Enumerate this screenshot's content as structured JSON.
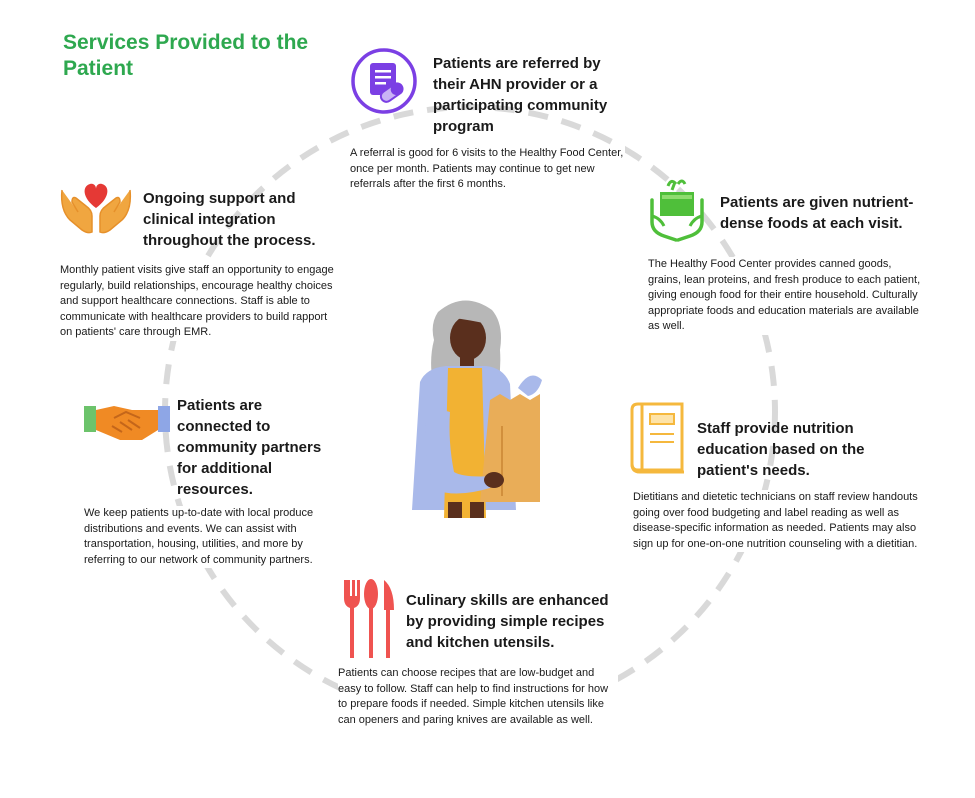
{
  "title": "Services Provided to the Patient",
  "colors": {
    "title": "#2ea84f",
    "ring": "#d9d9d9",
    "referral_icon": "#7b3fe4",
    "food_icon": "#4fbf3a",
    "care_icon": "#f0a640",
    "heart": "#e53935",
    "partners_icon": "#f08a24",
    "book_icon": "#f5b83d",
    "utensils_icon": "#ef5350"
  },
  "sections": {
    "referral": {
      "icon": "clipboard-referral-icon",
      "heading": "Patients are referred by their AHN provider or a participating community program",
      "body": "A referral is good for 6 visits to the Healthy Food Center, once per month. Patients may continue to get new referrals after the first 6 months."
    },
    "foods": {
      "icon": "hands-food-box-icon",
      "heading": "Patients are given nutrient-dense foods at each visit.",
      "body": "The Healthy Food Center provides canned goods, grains, lean proteins, and fresh produce to each patient, giving enough food for their entire household. Culturally appropriate foods and education materials are available as well."
    },
    "education": {
      "icon": "book-icon",
      "heading": "Staff provide nutrition education based on the patient's needs.",
      "body": "Dietitians and dietetic technicians on staff review handouts going over food budgeting and label reading as well as disease-specific information as needed. Patients may also sign up for one-on-one nutrition counseling with a dietitian."
    },
    "culinary": {
      "icon": "utensils-icon",
      "heading": "Culinary skills are enhanced by providing simple recipes and kitchen utensils.",
      "body": "Patients can choose recipes that are low-budget and easy to follow. Staff can help to find instructions for how to prepare foods if needed. Simple kitchen utensils like can openers and paring knives are available as well."
    },
    "partners": {
      "icon": "handshake-icon",
      "heading": "Patients are connected to community partners for additional resources.",
      "body": "We keep patients up-to-date with local produce distributions and events. We can assist with transportation, housing, utilities, and more by referring to our network of community partners."
    },
    "support": {
      "icon": "hands-heart-icon",
      "heading": "Ongoing support and clinical integration throughout the process.",
      "body": "Monthly patient visits give staff an opportunity to engage regularly, build relationships, encourage healthy choices and support healthcare connections. Staff is able to communicate with healthcare providers to build rapport on patients' care through EMR."
    }
  },
  "illustration": "woman-with-grocery-bag-illustration"
}
